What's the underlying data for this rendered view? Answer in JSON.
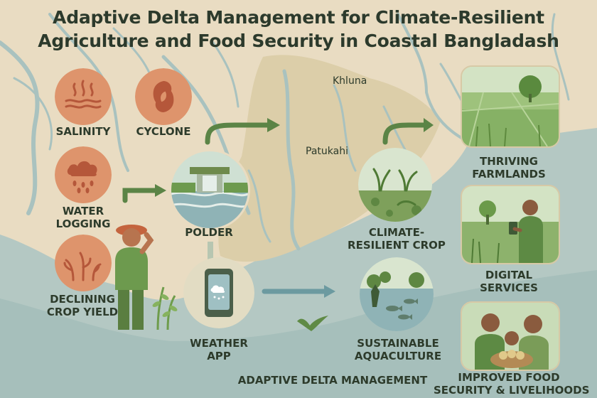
{
  "title": {
    "line1": "Adaptive Delta Management for Climate-Resilient",
    "line2": "Agriculture and Food Security in Coastal Bangladash"
  },
  "map_labels": {
    "khluna": "Khluna",
    "patukahi": "Patukahi"
  },
  "challenges": [
    {
      "label": "SALINITY",
      "icon": "salinity-icon"
    },
    {
      "label": "CYCLONE",
      "icon": "cyclone-icon"
    },
    {
      "label_line1": "WATER",
      "label_line2": "LOGGING",
      "icon": "rain-cloud-icon"
    },
    {
      "label_line1": "DECLINING",
      "label_line2": "CROP YIELD",
      "icon": "wilting-crop-icon"
    }
  ],
  "interventions": {
    "polder": "POLDER",
    "weather_app_line1": "WEATHER",
    "weather_app_line2": "APP",
    "crop_line1": "CLIMATE-",
    "crop_line2": "RESILIENT CROP",
    "aqua_line1": "SUSTAINABLE",
    "aqua_line2": "AQUACULTURE"
  },
  "outcomes": {
    "farmlands_line1": "THRIVING",
    "farmlands_line2": "FARMLANDS",
    "digital_line1": "DIGITAL",
    "digital_line2": "SERVICES",
    "food_line1": "IMPROVED FOOD",
    "food_line2": "SECURITY & LIVELIHOODS"
  },
  "footer": "ADAPTIVE DELTA MANAGEMENT",
  "colors": {
    "background": "#e9dcc2",
    "water": "#a9c2bf",
    "land": "#d9ccaa",
    "challenge_circle": "#de946c",
    "green_accent": "#5f8a45",
    "arrow": "#5b8446"
  }
}
